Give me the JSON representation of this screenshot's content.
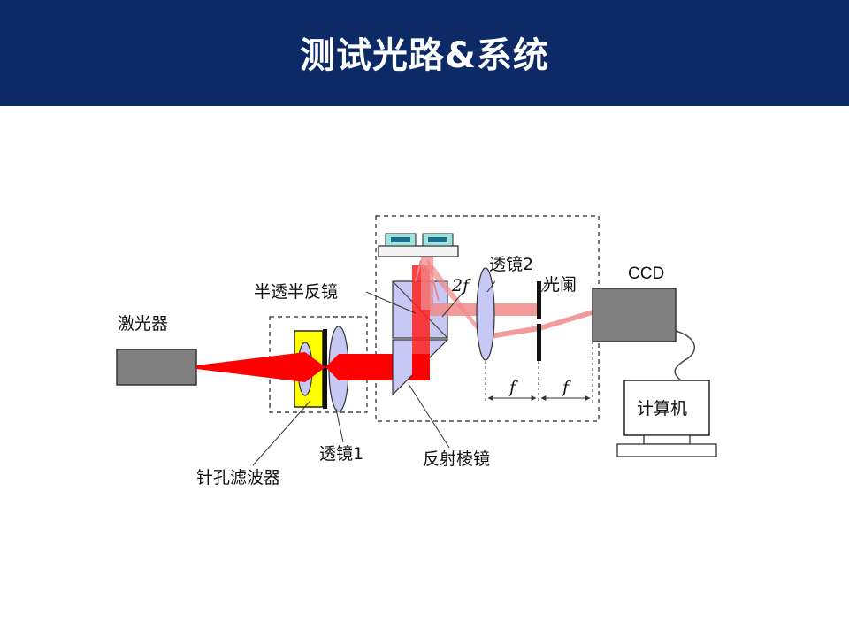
{
  "title": "测试光路&系统",
  "colors": {
    "header_bg": "#0b2a66",
    "beam_red": "#ff0000",
    "beam_pink": "#f08a8a",
    "lens_fill": "#c8c8f4",
    "prism_fill": "#c8c8f4",
    "filter_yellow": "#ffff00",
    "device_gray": "#808080"
  },
  "labels": {
    "laser": "激光器",
    "pinhole_filter": "针孔滤波器",
    "lens1": "透镜1",
    "beamsplitter": "半透半反镜",
    "prism": "反射棱镜",
    "lens2": "透镜2",
    "aperture": "光阑",
    "ccd": "CCD",
    "computer": "计算机",
    "two_f": "2f",
    "f1": "f",
    "f2": "f"
  }
}
